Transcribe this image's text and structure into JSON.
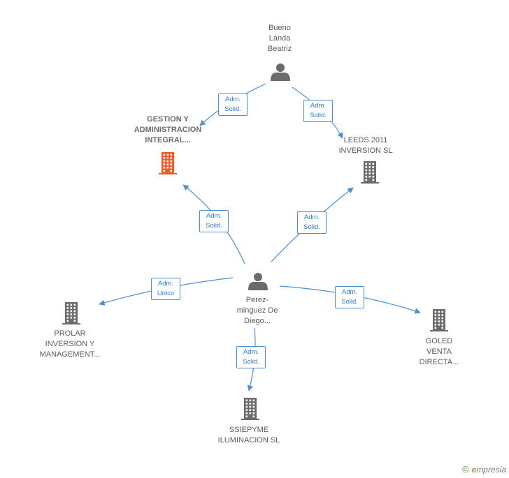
{
  "colors": {
    "edge": "#4a90d9",
    "person": "#6b6b6b",
    "company": "#6b6b6b",
    "company_focus": "#f05a28"
  },
  "nodes": [
    {
      "id": "bueno",
      "type": "person",
      "label": "Bueno\nLanda\nBeatriz"
    },
    {
      "id": "gestion",
      "type": "company_focus",
      "label": "GESTION Y\nADMINISTRACION\nINTEGRAL..."
    },
    {
      "id": "leeds",
      "type": "company",
      "label": "LEEDS 2011\nINVERSION SL"
    },
    {
      "id": "perez",
      "type": "person",
      "label": "Perez-\nminguez De\nDiego..."
    },
    {
      "id": "prolar",
      "type": "company",
      "label": "PROLAR\nINVERSION Y\nMANAGEMENT..."
    },
    {
      "id": "goled",
      "type": "company",
      "label": "GOLED\nVENTA\nDIRECTA..."
    },
    {
      "id": "ssiepyme",
      "type": "company",
      "label": "SSIEPYME\nILUMINACION SL"
    }
  ],
  "edges": [
    {
      "from": "bueno",
      "to": "gestion",
      "label": "Adm.\nSolid."
    },
    {
      "from": "bueno",
      "to": "leeds",
      "label": "Adm.\nSolid."
    },
    {
      "from": "perez",
      "to": "gestion",
      "label": "Adm.\nSolid."
    },
    {
      "from": "perez",
      "to": "leeds",
      "label": "Adm.\nSolid."
    },
    {
      "from": "perez",
      "to": "prolar",
      "label": "Adm.\nUnico"
    },
    {
      "from": "perez",
      "to": "goled",
      "label": "Adm.\nSolid."
    },
    {
      "from": "perez",
      "to": "ssiepyme",
      "label": "Adm.\nSolid."
    }
  ],
  "footer": {
    "copyright_symbol": "©",
    "brand_initial": "e",
    "brand_rest": "mpresia"
  }
}
